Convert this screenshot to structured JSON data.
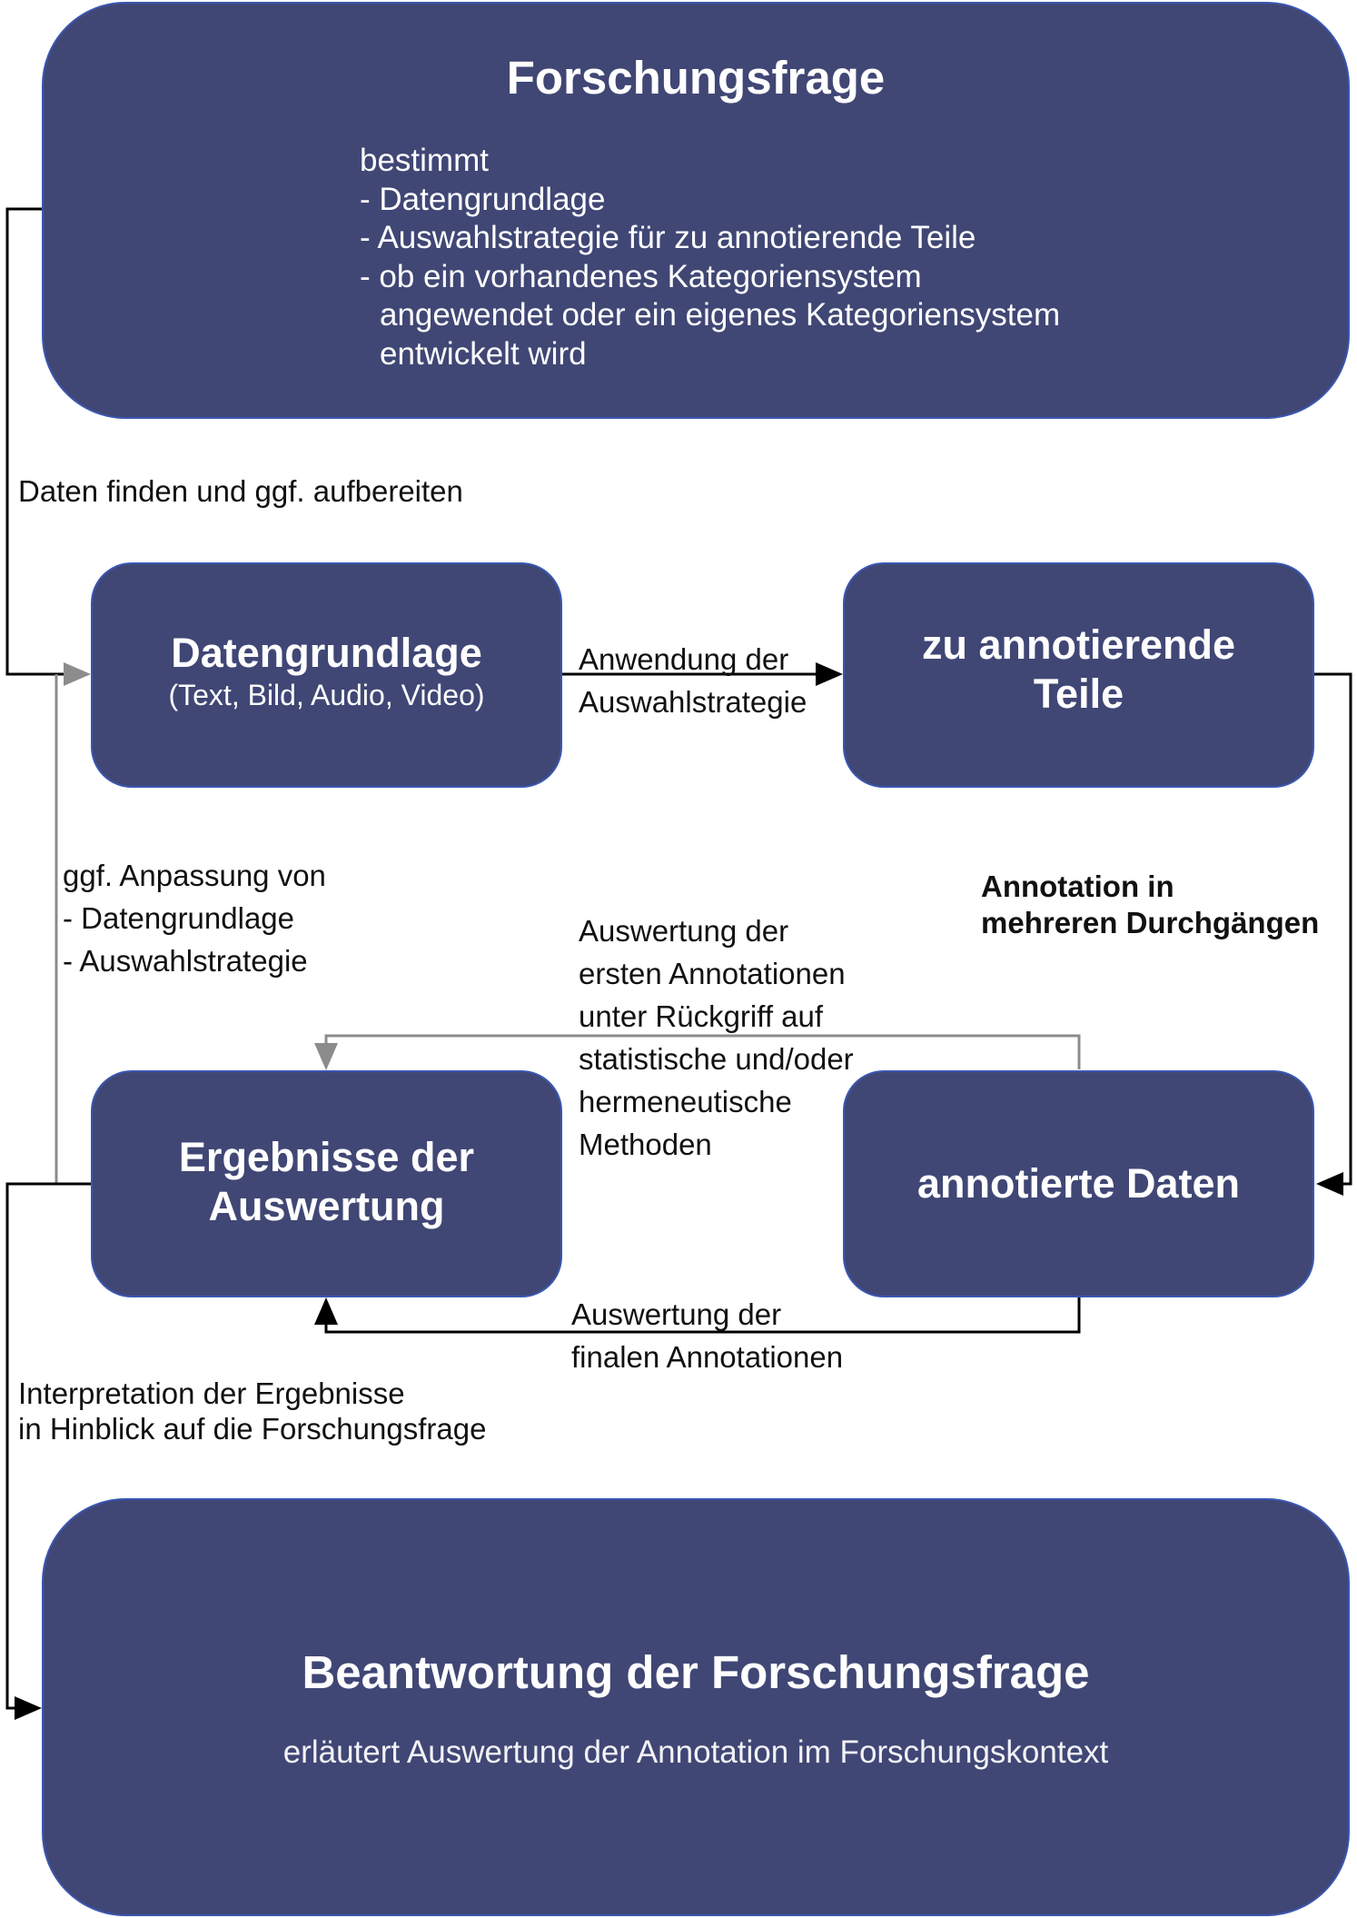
{
  "boxes": {
    "forschungsfrage": {
      "title": "Forschungsfrage",
      "intro": "bestimmt",
      "items": [
        "- Datengrundlage",
        "- Auswahlstrategie für zu annotierende Teile",
        "- ob ein vorhandenes Kategoriensystem",
        "angewendet oder ein eigenes Kategoriensystem",
        "entwickelt wird"
      ]
    },
    "datengrundlage": {
      "title": "Datengrundlage",
      "subtitle": "(Text, Bild, Audio, Video)"
    },
    "zu_annotierende_teile": {
      "title_line1": "zu annotierende",
      "title_line2": "Teile"
    },
    "ergebnisse": {
      "title_line1": "Ergebnisse der",
      "title_line2": "Auswertung"
    },
    "annotierte_daten": {
      "title": "annotierte Daten"
    },
    "beantwortung": {
      "title": "Beantwortung der Forschungsfrage",
      "subtitle": "erläutert Auswertung der Annotation im Forschungskontext"
    }
  },
  "edges": {
    "daten_finden": "Daten finden und ggf. aufbereiten",
    "anwendung": [
      "Anwendung der",
      "Auswahlstrategie"
    ],
    "annotation_durchgaenge": [
      "Annotation in",
      "mehreren Durchgängen"
    ],
    "anpassung": [
      "ggf. Anpassung von",
      "- Datengrundlage",
      "- Auswahlstrategie"
    ],
    "auswertung_erste": [
      "Auswertung der",
      "ersten Annotationen",
      "unter Rückgriff auf",
      "statistische und/oder",
      "hermeneutische",
      "Methoden"
    ],
    "auswertung_finale": [
      "Auswertung der",
      "finalen Annotationen"
    ],
    "interpretation": [
      "Interpretation der Ergebnisse",
      "in Hinblick auf die Forschungsfrage"
    ]
  },
  "colors": {
    "box_fill": "#404775",
    "box_border": "#3a56b0",
    "arrow_black": "#000000",
    "arrow_gray": "#8c8c8c",
    "text_white": "#ffffff",
    "text_dark": "#111111"
  }
}
